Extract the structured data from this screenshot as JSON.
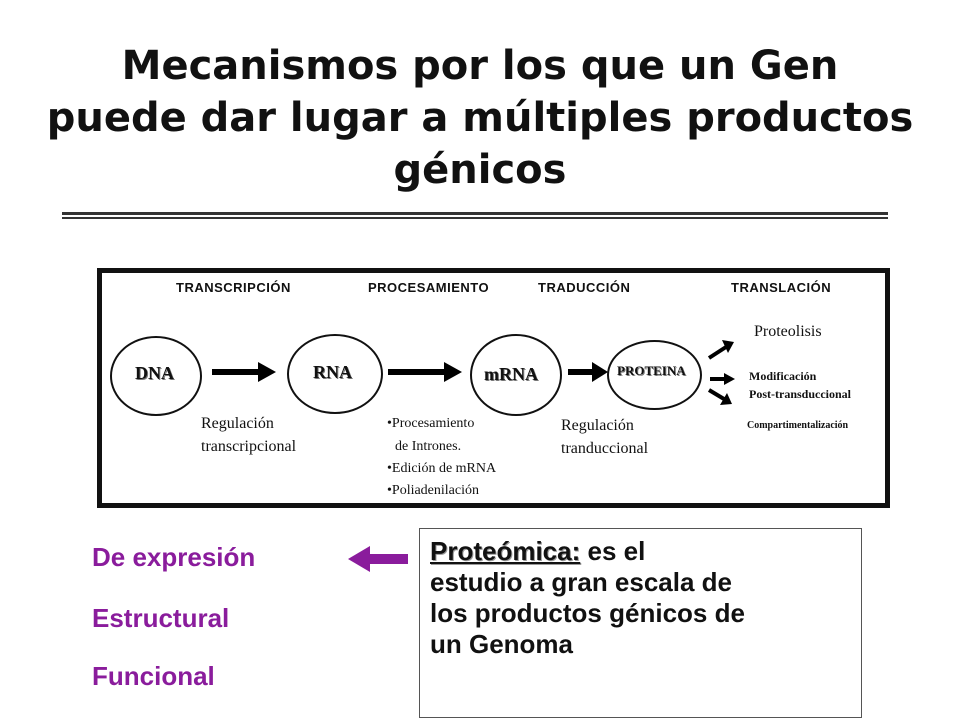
{
  "title": {
    "line1": "Mecanismos por los que un Gen",
    "line2": "puede dar lugar a múltiples productos",
    "line3": "génicos"
  },
  "diagram": {
    "stages": {
      "transcripcion": "TRANSCRIPCIÓN",
      "procesamiento": "PROCESAMIENTO",
      "traduccion": "TRADUCCIÓN",
      "translacion": "TRANSLACIÓN"
    },
    "nodes": {
      "dna": "DNA",
      "rna": "RNA",
      "mrna": "mRNA",
      "proteina": "PROTEINA"
    },
    "regulacion_transcripcional": {
      "line1": "Regulación",
      "line2": "transcripcional"
    },
    "procesamiento_items": {
      "item1_line1": "•Procesamiento",
      "item1_line2": "de Intrones.",
      "item2": "•Edición de mRNA",
      "item3": "•Poliadenilación"
    },
    "regulacion_traduccional": {
      "line1": "Regulación",
      "line2": "tranduccional"
    },
    "outcomes": {
      "proteolisis": "Proteolisis",
      "modificacion_line1": "Modificación",
      "modificacion_line2": "Post-transduccional",
      "compartimentalizacion": "Compartimentalización"
    }
  },
  "categories": {
    "expresion": "De expresión",
    "estructural": "Estructural",
    "funcional": "Funcional"
  },
  "definition": {
    "term": "Proteómica:",
    "line1_rest": " es el",
    "line2": "estudio a gran escala de",
    "line3": "los productos génicos de",
    "line4": "un Genoma"
  },
  "colors": {
    "category_text": "#8a1c9c",
    "arrow_purple": "#8a1c9c"
  }
}
